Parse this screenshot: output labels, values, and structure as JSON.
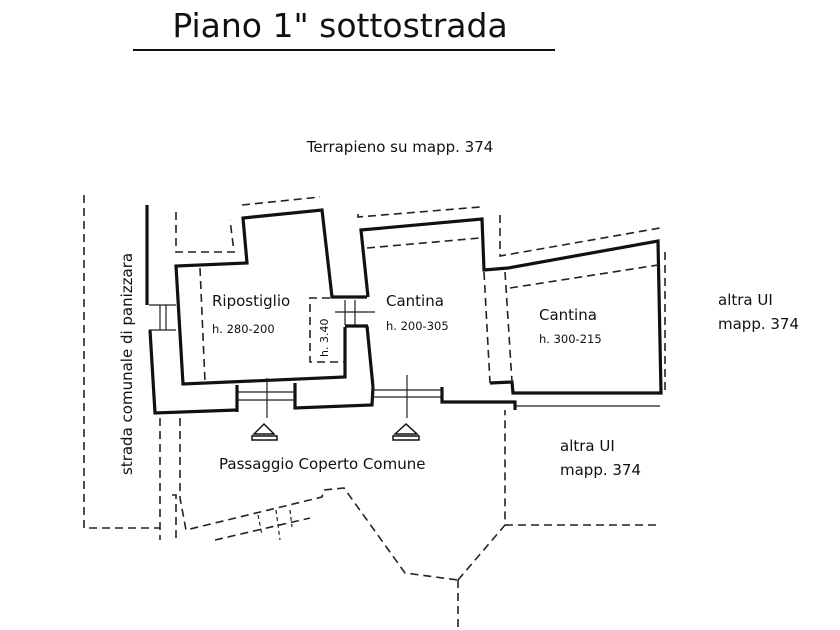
{
  "title": "Piano 1\" sottostrada",
  "labels": {
    "north": "Terrapieno su mapp. 374",
    "street": "strada comunale di panizzara",
    "east_top_line1": "altra UI",
    "east_top_line2": "mapp. 374",
    "east_bottom_line1": "altra UI",
    "east_bottom_line2": "mapp. 374",
    "passage": "Passaggio Coperto Comune"
  },
  "rooms": [
    {
      "name": "Ripostiglio",
      "height": "h. 280-200"
    },
    {
      "name": "Cantina",
      "height": "h. 200-305"
    },
    {
      "name": "Cantina",
      "height": "h. 300-215"
    }
  ],
  "connector_height": "h. 3.40"
}
